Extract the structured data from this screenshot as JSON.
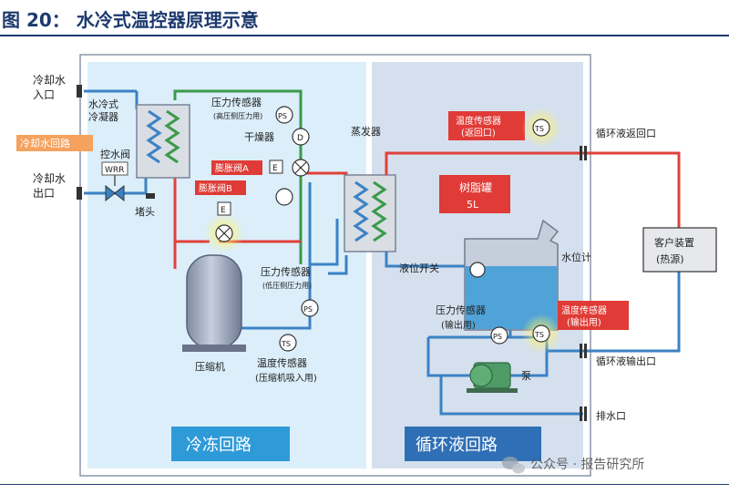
{
  "figure_title": "图 20：  水冷式温控器原理示意",
  "colors": {
    "cold_panel": "#dbeefa",
    "loop_panel": "#d5e0ee",
    "red_pipe": "#e0413a",
    "blue_pipe": "#3b82c4",
    "green_pipe": "#3a9a4a",
    "accent_orange": "#f4a25e",
    "label_red": "#e03b36",
    "title_blue": "#1d3a6e"
  },
  "labels": {
    "cooling_in": [
      "冷却水",
      "入口"
    ],
    "cooling_out": [
      "冷却水",
      "出口"
    ],
    "cooling_loop_tag": "冷却水回路",
    "water_valve": "控水阀",
    "wrr": "WRR",
    "condenser": [
      "水冷式",
      "冷凝器"
    ],
    "plug": "堵头",
    "pressure_sensor_high": [
      "压力传感器",
      "(高压侧压力用)"
    ],
    "dryer": "干燥器",
    "expansion_valve_a": "膨胀阀A",
    "expansion_valve_b": "膨胀阀B",
    "pressure_sensor_low": [
      "压力传感器",
      "(低压侧压力用)"
    ],
    "temp_sensor_suction": [
      "温度传感器",
      "(压缩机吸入用)"
    ],
    "compressor": "压缩机",
    "evaporator": "蒸发器",
    "temp_sensor_return": [
      "温度传感器",
      "(返回口)"
    ],
    "resin_tank": [
      "树脂罐",
      "5L"
    ],
    "level_switch": "液位开关",
    "level_gauge": "水位计",
    "pressure_sensor_out": [
      "压力传感器",
      "(输出用)"
    ],
    "temp_sensor_out": [
      "温度传感器",
      "(输出用)"
    ],
    "pump": "泵",
    "return_port": "循环液返回口",
    "customer_device": [
      "客户装置",
      "(热源)"
    ],
    "output_port": "循环液输出口",
    "drain_port": "排水口",
    "refrigeration_loop": "冷冻回路",
    "circulation_loop": "循环液回路",
    "watermark": "公众号 · 报告研究所"
  },
  "symbols": {
    "pressure": "PS",
    "temperature": "TS",
    "dryer": "D",
    "electric": "E"
  }
}
